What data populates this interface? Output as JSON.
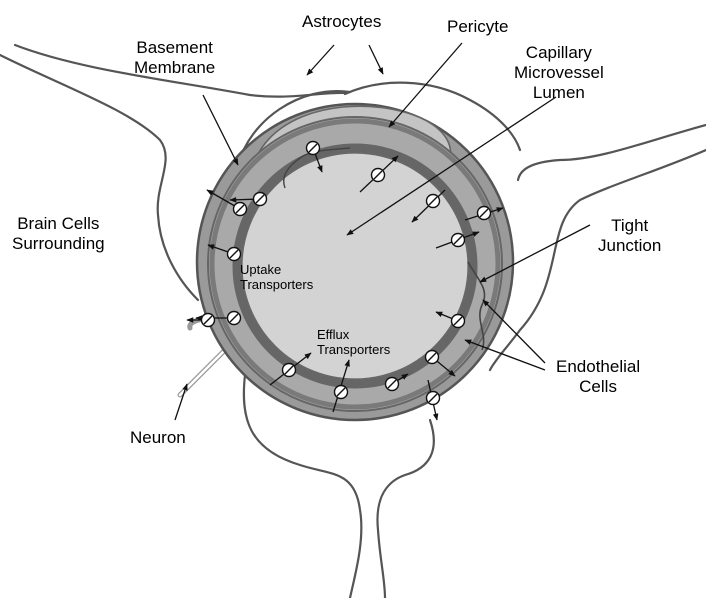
{
  "labels": {
    "astrocytes": "Astrocytes",
    "pericyte": "Pericyte",
    "basement_membrane": [
      "Basement",
      "Membrane"
    ],
    "capillary_lumen": [
      "Capillary",
      "Microvessel",
      "Lumen"
    ],
    "brain_cells": [
      "Brain Cells",
      "Surrounding"
    ],
    "tight_junction": [
      "Tight",
      "Junction"
    ],
    "uptake_transporters": [
      "Uptake",
      "Transporters"
    ],
    "efflux_transporters": [
      "Efflux",
      "Transporters"
    ],
    "endothelial_cells": [
      "Endothelial",
      "Cells"
    ],
    "neuron": "Neuron"
  },
  "colors": {
    "outline": "#555555",
    "basement_ring": "#7a7a7a",
    "endothelial_fill": "#a9a9a9",
    "lumen_fill": "#d3d3d3",
    "pericyte_fill": "#c4c4c4",
    "transporter": "#ffffff"
  }
}
